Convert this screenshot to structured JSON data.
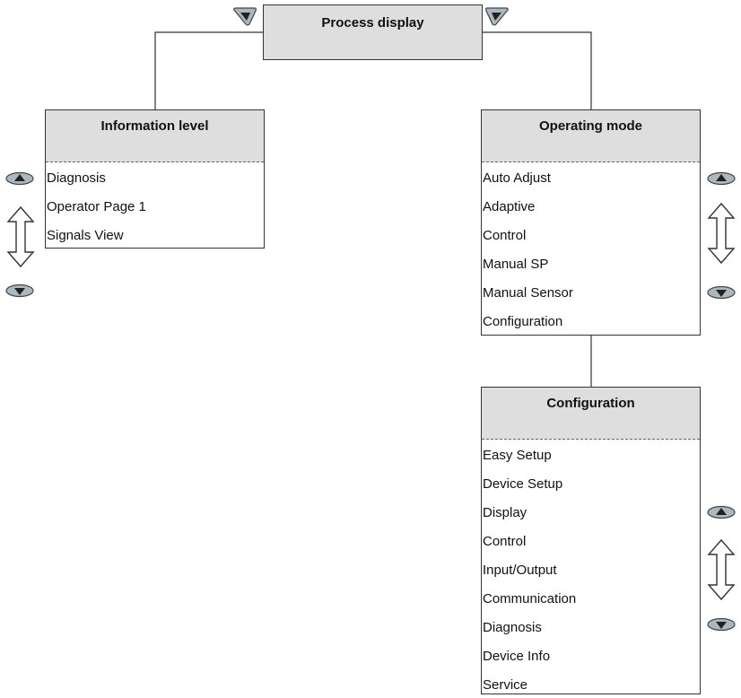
{
  "process_display": {
    "title": "Process display"
  },
  "information_level": {
    "title": "Information level",
    "items": [
      "Diagnosis",
      "Operator Page 1",
      "Signals View"
    ]
  },
  "operating_mode": {
    "title": "Operating mode",
    "items": [
      "Auto Adjust",
      "Adaptive",
      "Control",
      "Manual SP",
      "Manual Sensor",
      "Configuration"
    ]
  },
  "configuration": {
    "title": "Configuration",
    "items": [
      "Easy Setup",
      "Device Setup",
      "Display",
      "Control",
      "Input/Output",
      "Communication",
      "Diagnosis",
      "Device Info",
      "Service"
    ]
  },
  "colors": {
    "box_header": "#dedede",
    "key_fill": "#a9b9bd",
    "line": "#333333"
  },
  "icons": [
    "key-left-icon",
    "key-right-icon",
    "key-up-icon",
    "key-down-icon",
    "double-arrow-icon"
  ]
}
